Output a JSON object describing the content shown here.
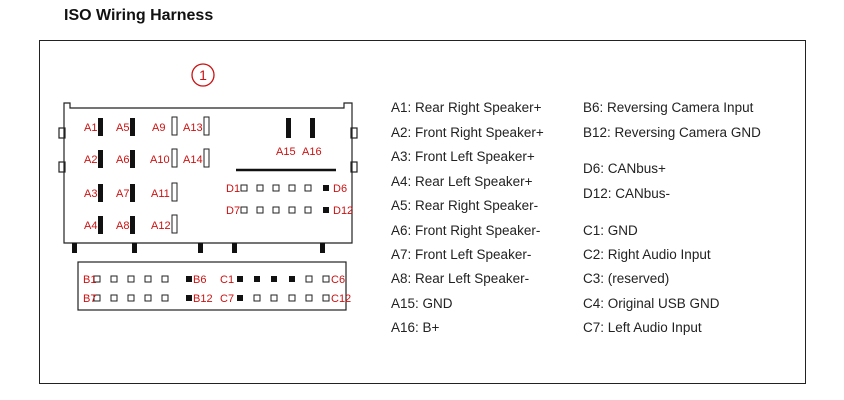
{
  "title": "ISO Wiring Harness",
  "connector_number": "1",
  "a_pins": [
    "A1",
    "A2",
    "A3",
    "A4",
    "A5",
    "A6",
    "A7",
    "A8",
    "A9",
    "A10",
    "A11",
    "A12",
    "A13",
    "A14",
    "A15",
    "A16"
  ],
  "d_pins": [
    "D1",
    "D6",
    "D7",
    "D12"
  ],
  "b_pins": [
    "B1",
    "B6",
    "B7",
    "B12"
  ],
  "c_pins": [
    "C1",
    "C6",
    "C7",
    "C12"
  ],
  "legend_left": [
    "A1: Rear Right Speaker+",
    "A2: Front Right Speaker+",
    "A3: Front Left Speaker+",
    "A4: Rear Left Speaker+",
    "A5: Rear Right Speaker-",
    "A6: Front Right Speaker-",
    "A7: Front Left Speaker-",
    "A8: Rear Left Speaker-",
    "A15: GND",
    "A16: B+"
  ],
  "legend_right": [
    "B6: Reversing Camera Input",
    "B12: Reversing Camera GND",
    "D6: CANbus+",
    "D12: CANbus-",
    "C1: GND",
    "C2: Right Audio Input",
    "C3: (reserved)",
    "C4: Original USB GND",
    "C7: Left Audio Input"
  ],
  "colors": {
    "label_red": "#cc1111",
    "frame": "#222222"
  }
}
